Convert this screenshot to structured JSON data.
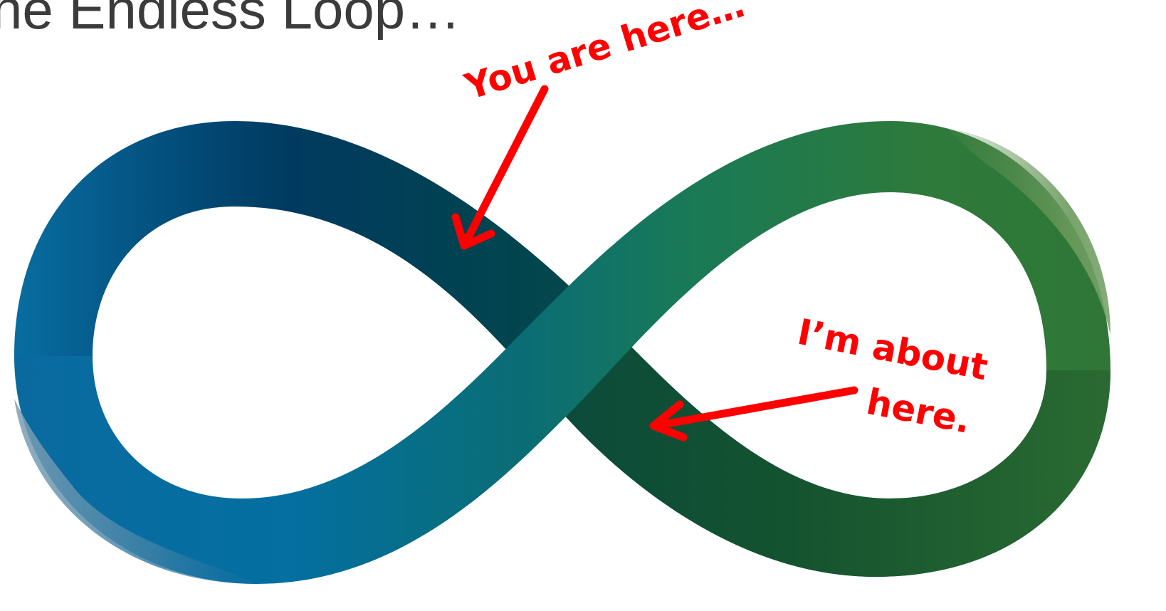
{
  "slide": {
    "title": "he Endless Loop…",
    "title_color": "#3b3b3b"
  },
  "graphic": {
    "name": "infinity-loop",
    "colors": {
      "blue": "#0a6aa0",
      "navy": "#013a60",
      "teal": "#0b6f6a",
      "dark_green": "#0e5236",
      "green": "#2e7a3a",
      "light_green": "#6a9a5c"
    }
  },
  "annotations": {
    "color": "#ff0000",
    "you_are_here": "You are here…",
    "about_here_line1": "I’m about",
    "about_here_line2": "here."
  }
}
